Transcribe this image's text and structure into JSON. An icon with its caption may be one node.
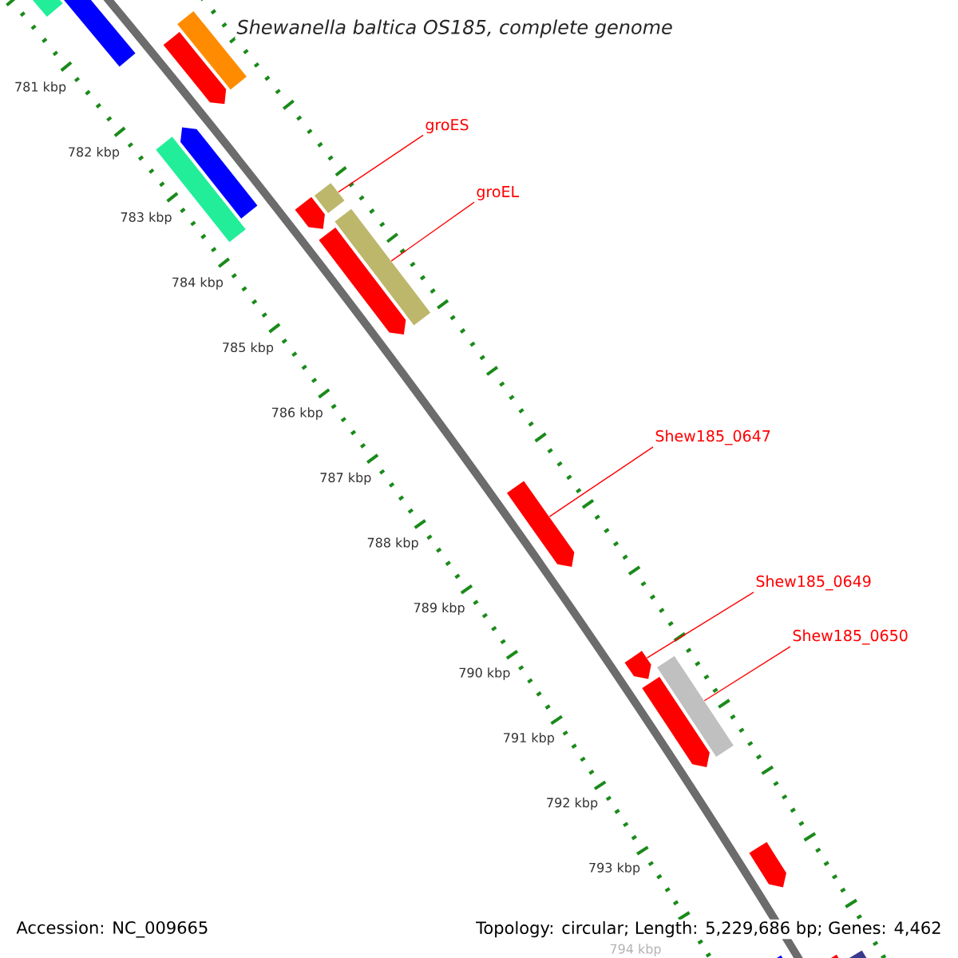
{
  "diagram": {
    "title": "Shewanella baltica OS185, complete genome",
    "nodes": [
      {
        "text": [
          "groES"
        ]
      },
      {
        "text": [
          "groEL"
        ]
      },
      {
        "text": [
          "Shew185_0647"
        ]
      },
      {
        "text": [
          "Shew185_0649"
        ]
      },
      {
        "text": [
          "Shew185_0650"
        ]
      },
      {
        "text": [],
        "shape": "bar"
      },
      {
        "text": [],
        "shape": "bar"
      },
      {
        "text": [],
        "shape": "bar"
      },
      {
        "text": [],
        "shape": "arrow"
      },
      {
        "text": [],
        "shape": "bar"
      },
      {
        "text": [],
        "shape": "arrow"
      },
      {
        "text": [],
        "shape": "arrow"
      },
      {
        "text": [],
        "shape": "bar"
      },
      {
        "text": [],
        "shape": "arrow"
      },
      {
        "text": [],
        "shape": "bar"
      },
      {
        "text": [],
        "shape": "arrow"
      },
      {
        "text": [],
        "shape": "arrow"
      },
      {
        "text": [],
        "shape": "bar"
      },
      {
        "text": [],
        "shape": "arrow"
      },
      {
        "text": [],
        "shape": "arrow"
      },
      {
        "text": [],
        "shape": "bar"
      },
      {
        "text": [],
        "shape": "bar"
      },
      {
        "text": [],
        "shape": "bar"
      }
    ],
    "edges": [
      {
        "from": 0,
        "to": 12,
        "arrow": "none"
      },
      {
        "from": 1,
        "to": 14,
        "arrow": "none"
      },
      {
        "from": 2,
        "to": 15,
        "arrow": "none"
      },
      {
        "from": 3,
        "to": 16,
        "arrow": "none"
      },
      {
        "from": 4,
        "to": 17,
        "arrow": "none"
      }
    ],
    "labels": [
      "781 kbp",
      "782 kbp",
      "783 kbp",
      "784 kbp",
      "785 kbp",
      "786 kbp",
      "787 kbp",
      "788 kbp",
      "789 kbp",
      "790 kbp",
      "791 kbp",
      "792 kbp",
      "793 kbp",
      "794 kbp",
      "Accession: NC_009665",
      "Topology: circular; Length: 5,229,686 bp; Genes: 4,462"
    ]
  }
}
